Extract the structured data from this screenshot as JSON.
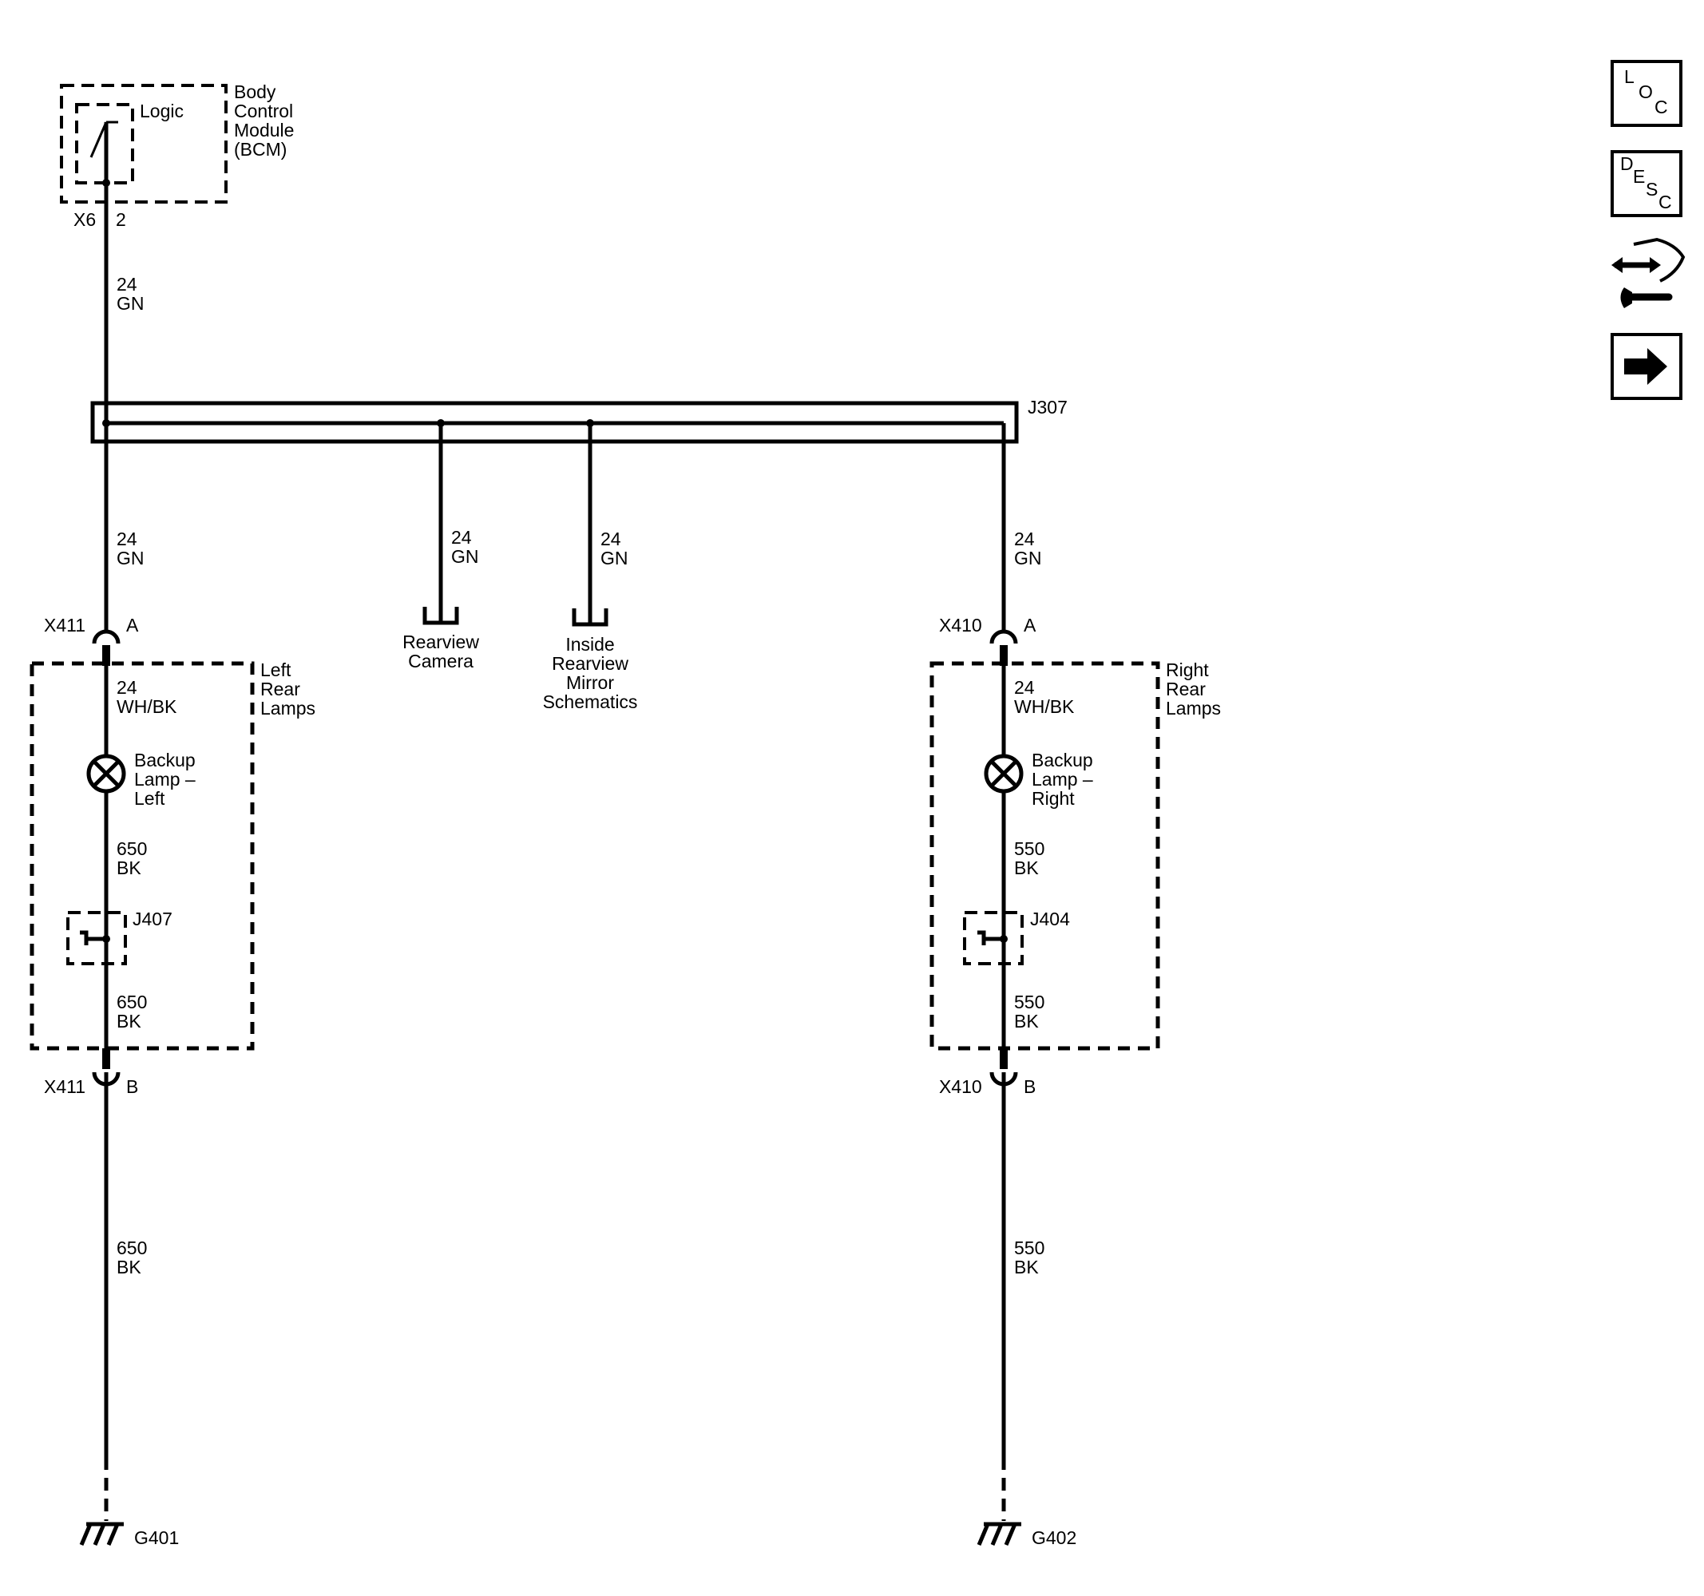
{
  "bcm": {
    "logic_label": "Logic",
    "name_lines": [
      "Body",
      "Control",
      "Module",
      "(BCM)"
    ],
    "connector": "X6",
    "pin": "2",
    "wire_gauge": "24",
    "wire_color": "GN"
  },
  "splice": {
    "label": "J307"
  },
  "branches": {
    "camera": {
      "gauge": "24",
      "color": "GN",
      "lines": [
        "Rearview",
        "Camera"
      ]
    },
    "mirror": {
      "gauge": "24",
      "color": "GN",
      "lines": [
        "Inside",
        "Rearview",
        "Mirror",
        "Schematics"
      ]
    }
  },
  "left": {
    "feed_gauge": "24",
    "feed_color": "GN",
    "conn_top": "X411",
    "pin_top": "A",
    "box_lines": [
      "Left",
      "Rear",
      "Lamps"
    ],
    "lamp_wire_gauge": "24",
    "lamp_wire_color": "WH/BK",
    "lamp_lines": [
      "Backup",
      "Lamp –",
      "Left"
    ],
    "gnd_gauge_1": "650",
    "gnd_color_1": "BK",
    "splice": "J407",
    "gnd_gauge_2": "650",
    "gnd_color_2": "BK",
    "conn_bottom": "X411",
    "pin_bottom": "B",
    "gnd_gauge_3": "650",
    "gnd_color_3": "BK",
    "ground": "G401"
  },
  "right": {
    "feed_gauge": "24",
    "feed_color": "GN",
    "conn_top": "X410",
    "pin_top": "A",
    "box_lines": [
      "Right",
      "Rear",
      "Lamps"
    ],
    "lamp_wire_gauge": "24",
    "lamp_wire_color": "WH/BK",
    "lamp_lines": [
      "Backup",
      "Lamp –",
      "Right"
    ],
    "gnd_gauge_1": "550",
    "gnd_color_1": "BK",
    "splice": "J404",
    "gnd_gauge_2": "550",
    "gnd_color_2": "BK",
    "conn_bottom": "X410",
    "pin_bottom": "B",
    "gnd_gauge_3": "550",
    "gnd_color_3": "BK",
    "ground": "G402"
  },
  "icons": {
    "loc": [
      "L",
      "O",
      "C"
    ],
    "desc": [
      "D",
      "E",
      "S",
      "C"
    ]
  }
}
